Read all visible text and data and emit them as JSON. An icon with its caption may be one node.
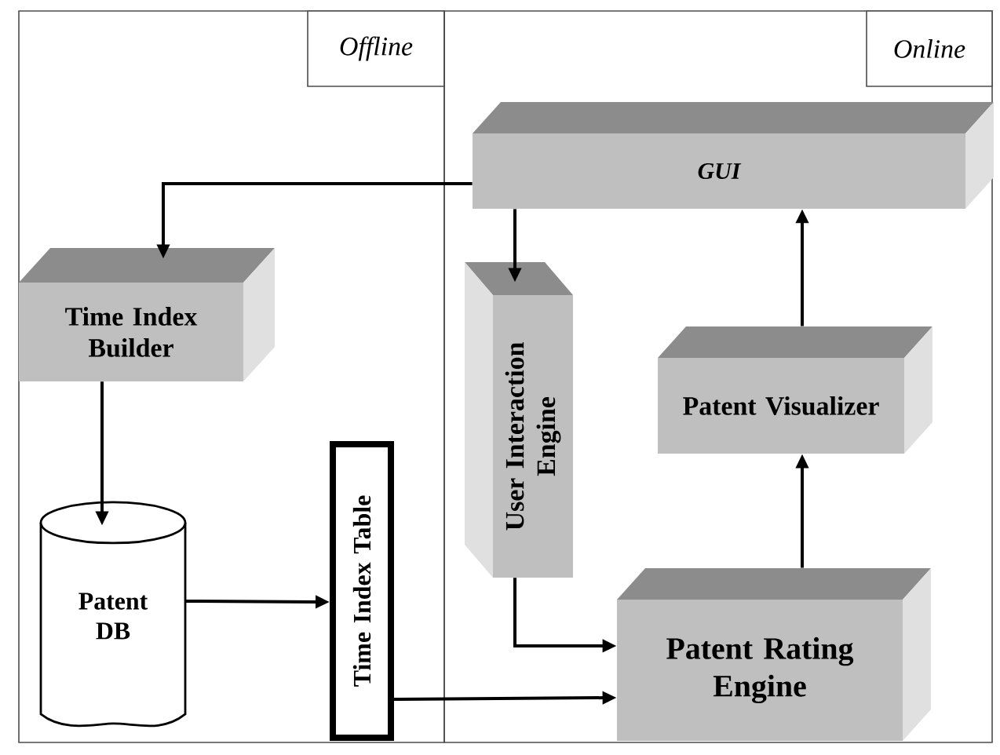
{
  "diagram": {
    "nodes": [
      {
        "text": [
          "Offline"
        ]
      },
      {
        "text": [
          "Online"
        ]
      },
      {
        "text": [
          "GUI"
        ],
        "in": 1
      },
      {
        "text": [
          "Time Index Builder"
        ],
        "in": 0
      },
      {
        "text": [
          "User Interaction Engine"
        ],
        "in": 1
      },
      {
        "text": [
          "Patent Visualizer"
        ],
        "in": 1
      },
      {
        "text": [
          "Patent DB"
        ],
        "in": 0
      },
      {
        "text": [
          "Time Index Table"
        ],
        "in": 0
      },
      {
        "text": [
          "Patent Rating Engine"
        ],
        "in": 1
      }
    ],
    "edges": [
      {
        "from": 2,
        "to": 3,
        "arrow": "to"
      },
      {
        "from": 2,
        "to": 4,
        "arrow": "to"
      },
      {
        "from": 3,
        "to": 6,
        "arrow": "to"
      },
      {
        "from": 6,
        "to": 7,
        "arrow": "to"
      },
      {
        "from": 4,
        "to": 8,
        "arrow": "to"
      },
      {
        "from": 7,
        "to": 8,
        "arrow": "to"
      },
      {
        "from": 8,
        "to": 5,
        "arrow": "to"
      },
      {
        "from": 5,
        "to": 2,
        "arrow": "to"
      }
    ]
  }
}
